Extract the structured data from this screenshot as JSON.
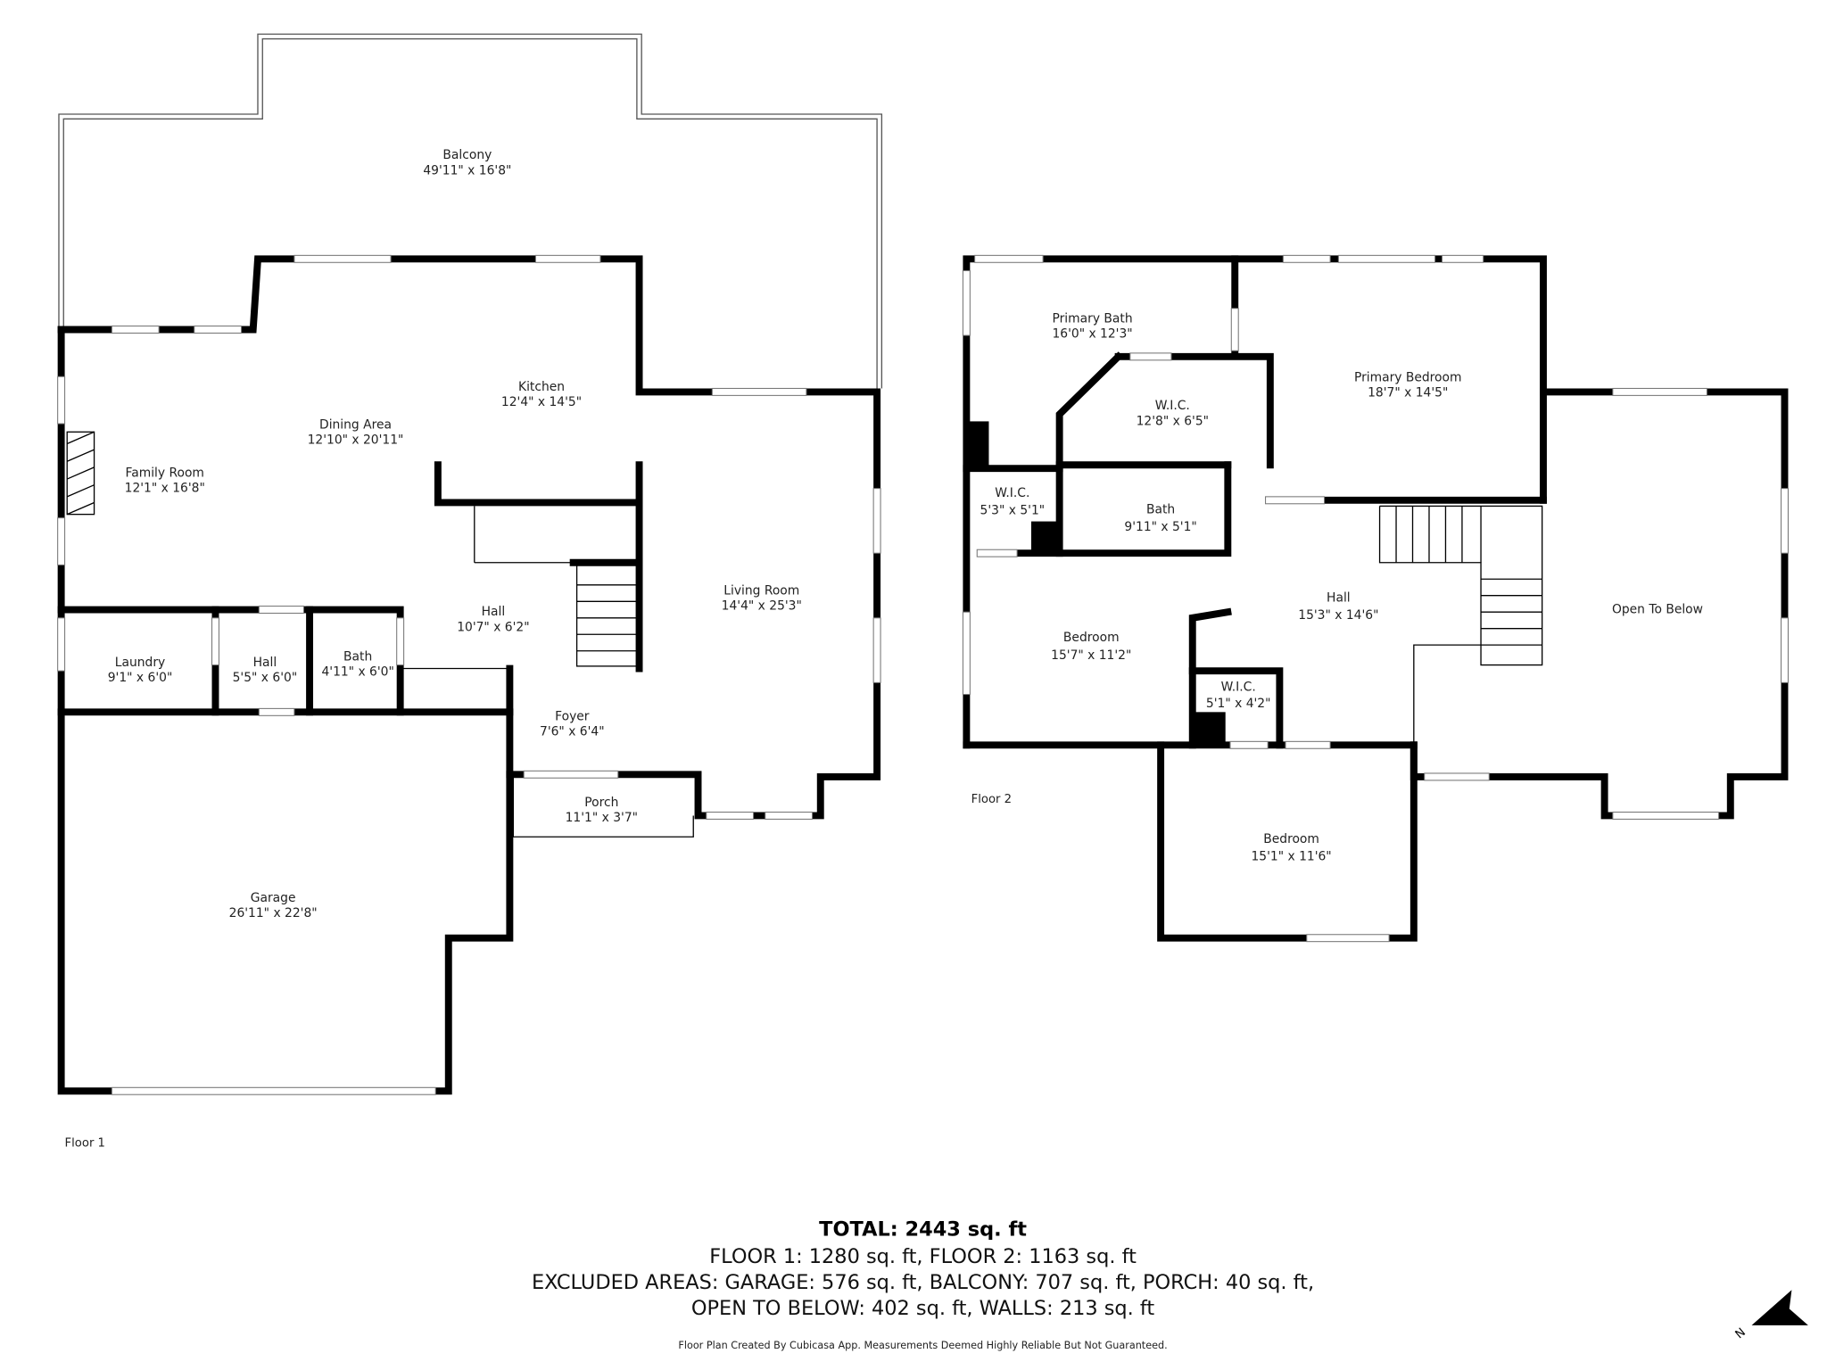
{
  "floor1": {
    "label": "Floor 1",
    "rooms": [
      {
        "name": "Balcony",
        "size": "49'11\" x 16'8\""
      },
      {
        "name": "Kitchen",
        "size": "12'4\" x 14'5\""
      },
      {
        "name": "Dining Area",
        "size": "12'10\" x 20'11\""
      },
      {
        "name": "Family Room",
        "size": "12'1\" x 16'8\""
      },
      {
        "name": "Living Room",
        "size": "14'4\" x 25'3\""
      },
      {
        "name": "Hall",
        "size": "10'7\" x 6'2\""
      },
      {
        "name": "Laundry",
        "size": "9'1\" x 6'0\""
      },
      {
        "name": "Hall",
        "size": "5'5\" x 6'0\""
      },
      {
        "name": "Bath",
        "size": "4'11\" x 6'0\""
      },
      {
        "name": "Foyer",
        "size": "7'6\" x 6'4\""
      },
      {
        "name": "Porch",
        "size": "11'1\" x 3'7\""
      },
      {
        "name": "Garage",
        "size": "26'11\" x 22'8\""
      }
    ]
  },
  "floor2": {
    "label": "Floor 2",
    "rooms": [
      {
        "name": "Primary Bath",
        "size": "16'0\" x 12'3\""
      },
      {
        "name": "Primary Bedroom",
        "size": "18'7\" x 14'5\""
      },
      {
        "name": "W.I.C.",
        "size": "12'8\" x 6'5\""
      },
      {
        "name": "W.I.C.",
        "size": "5'3\" x 5'1\""
      },
      {
        "name": "Bath",
        "size": "9'11\" x 5'1\""
      },
      {
        "name": "Hall",
        "size": "15'3\" x 14'6\""
      },
      {
        "name": "Open To Below",
        "size": ""
      },
      {
        "name": "Bedroom",
        "size": "15'7\" x 11'2\""
      },
      {
        "name": "W.I.C.",
        "size": "5'1\" x 4'2\""
      },
      {
        "name": "Bedroom",
        "size": "15'1\" x 11'6\""
      }
    ]
  },
  "summary": {
    "total": "TOTAL: 2443 sq. ft",
    "line1": "FLOOR 1: 1280 sq. ft, FLOOR 2: 1163 sq. ft",
    "line2": "EXCLUDED AREAS: GARAGE: 576 sq. ft, BALCONY: 707 sq. ft, PORCH: 40 sq. ft,",
    "line3": "OPEN TO BELOW: 402 sq. ft, WALLS: 213 sq. ft",
    "disclaimer": "Floor Plan Created By Cubicasa App. Measurements Deemed Highly Reliable But Not Guaranteed."
  },
  "compass": {
    "label": "N"
  }
}
